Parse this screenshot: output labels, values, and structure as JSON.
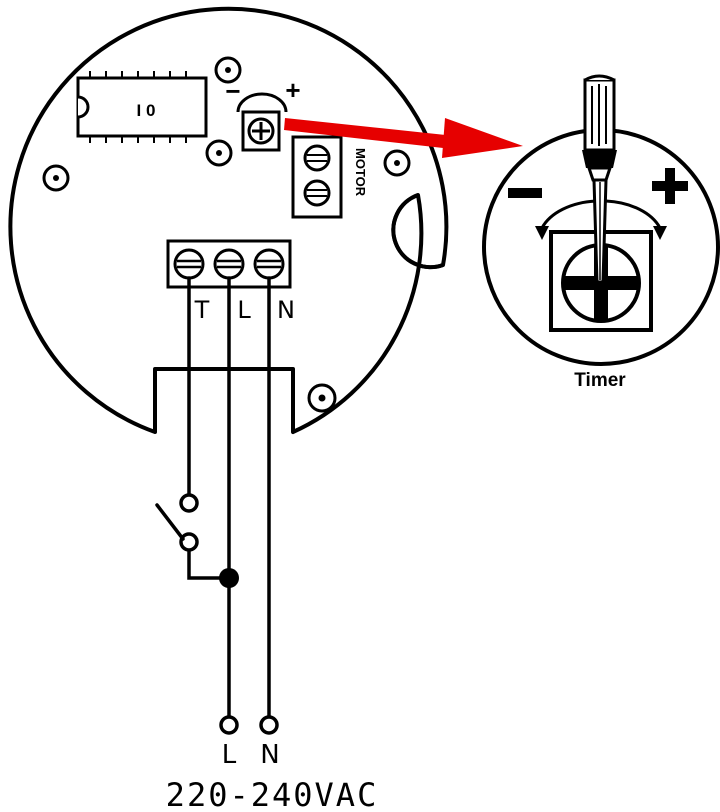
{
  "board": {
    "chip_label": "I 0",
    "pot_minus": "−",
    "pot_plus": "+",
    "motor_label": "MOTOR"
  },
  "terminals": {
    "t": "T",
    "l": "L",
    "n": "N"
  },
  "supply": {
    "l": "L",
    "n": "N",
    "voltage": "220-240VAC"
  },
  "zoom": {
    "minus": "−",
    "plus": "+",
    "caption": "Timer"
  },
  "colors": {
    "line": "#000000",
    "arrow": "#e60000",
    "background": "#ffffff"
  }
}
